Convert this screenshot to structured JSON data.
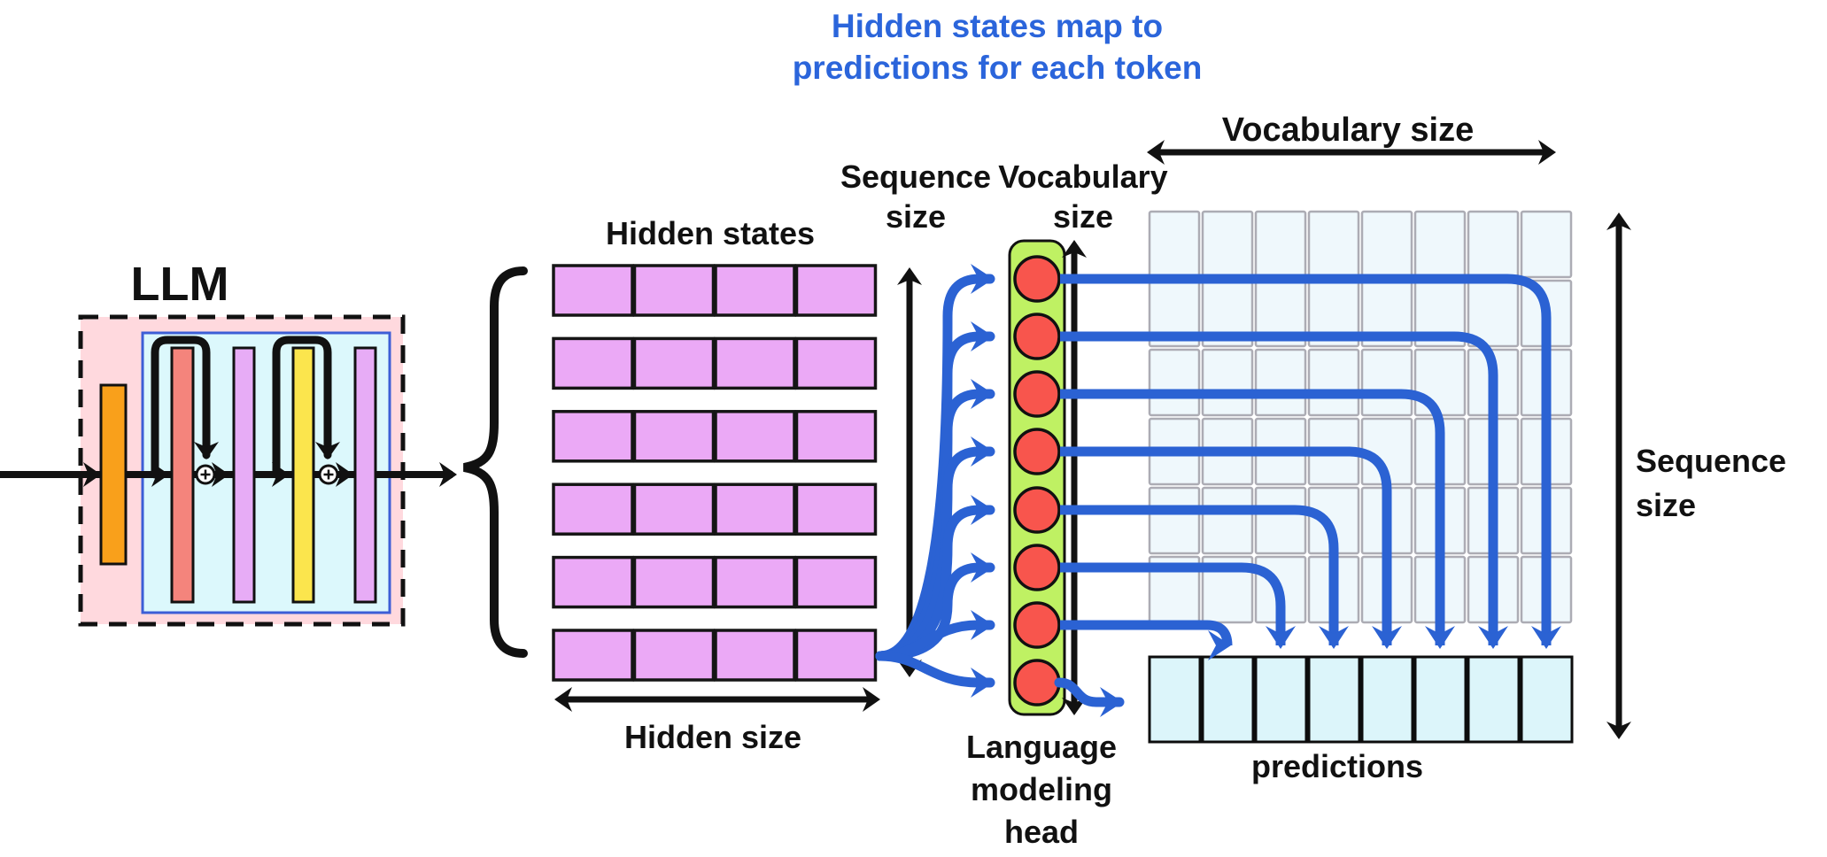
{
  "title": {
    "line1": "Hidden states map to",
    "line2": "predictions for each token"
  },
  "labels": {
    "llm": "LLM",
    "hidden_states": "Hidden states",
    "hidden_size": "Hidden size",
    "sequence_size_hidden": {
      "line1": "Sequence",
      "line2": "size"
    },
    "vocabulary_size_head": {
      "line1": "Vocabulary",
      "line2": "size"
    },
    "vocabulary_size_grid": "Vocabulary size",
    "sequence_size_grid": {
      "line1": "Sequence",
      "line2": "size"
    },
    "lm_head": {
      "line1": "Language",
      "line2": "modeling",
      "line3": "head"
    },
    "predictions": "predictions"
  },
  "diagram": {
    "llm_block": {
      "outer_fill": "#FFD9DE",
      "inner_fill": "#DCF8FC",
      "inner_border": "#3D5ED6",
      "bars": [
        {
          "color": "#F9A01B"
        },
        {
          "color": "#F4847C"
        },
        {
          "color": "#E7ACF6"
        },
        {
          "color": "#FBE54D"
        },
        {
          "color": "#E7ACF6"
        }
      ],
      "residual_adds": 2
    },
    "hidden_grid": {
      "rows": 6,
      "cols": 4,
      "cell_fill": "#EBA9F6"
    },
    "vocab_grid": {
      "rows": 6,
      "cols": 8,
      "cell_fill": "#EFF8FC",
      "cell_border": "#ACACB4"
    },
    "predictions_row": {
      "cells": 8,
      "cell_fill": "#DCF5FA"
    },
    "lm_head": {
      "neurons": 8,
      "box_fill": "#BFF163",
      "neuron_fill": "#F8554D"
    },
    "colors": {
      "blue": "#2B62D3",
      "black": "#111111",
      "title_blue": "#2B65DB"
    }
  }
}
